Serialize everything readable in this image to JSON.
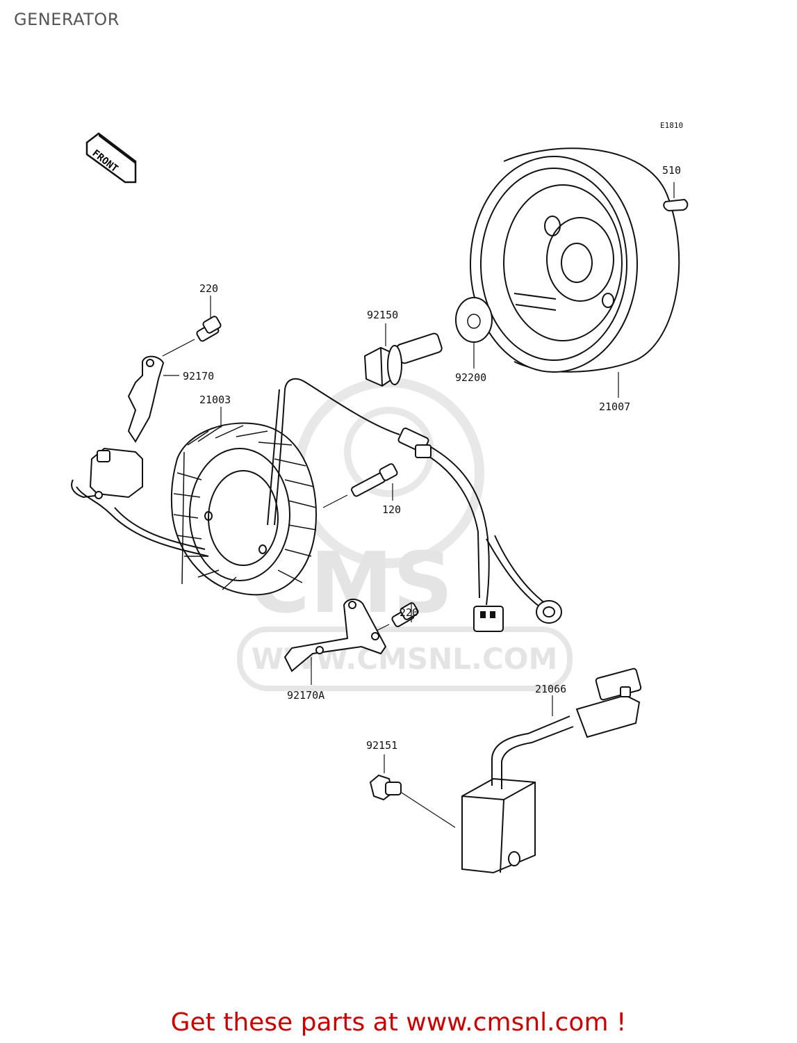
{
  "page": {
    "title": "GENERATOR"
  },
  "diagram": {
    "code": "E1810",
    "front_label": "FRONT",
    "watermark": {
      "logo": "CMS",
      "url": "WWW.CMSNL.COM"
    },
    "parts": [
      {
        "id": "510",
        "label": "510"
      },
      {
        "id": "220a",
        "label": "220"
      },
      {
        "id": "92150",
        "label": "92150"
      },
      {
        "id": "92170",
        "label": "92170"
      },
      {
        "id": "92200",
        "label": "92200"
      },
      {
        "id": "21003",
        "label": "21003"
      },
      {
        "id": "21007",
        "label": "21007"
      },
      {
        "id": "120",
        "label": "120"
      },
      {
        "id": "220b",
        "label": "220"
      },
      {
        "id": "92170A",
        "label": "92170A"
      },
      {
        "id": "21066",
        "label": "21066"
      },
      {
        "id": "92151",
        "label": "92151"
      }
    ]
  },
  "footer": {
    "text": "Get these parts at www.cmsnl.com !"
  }
}
